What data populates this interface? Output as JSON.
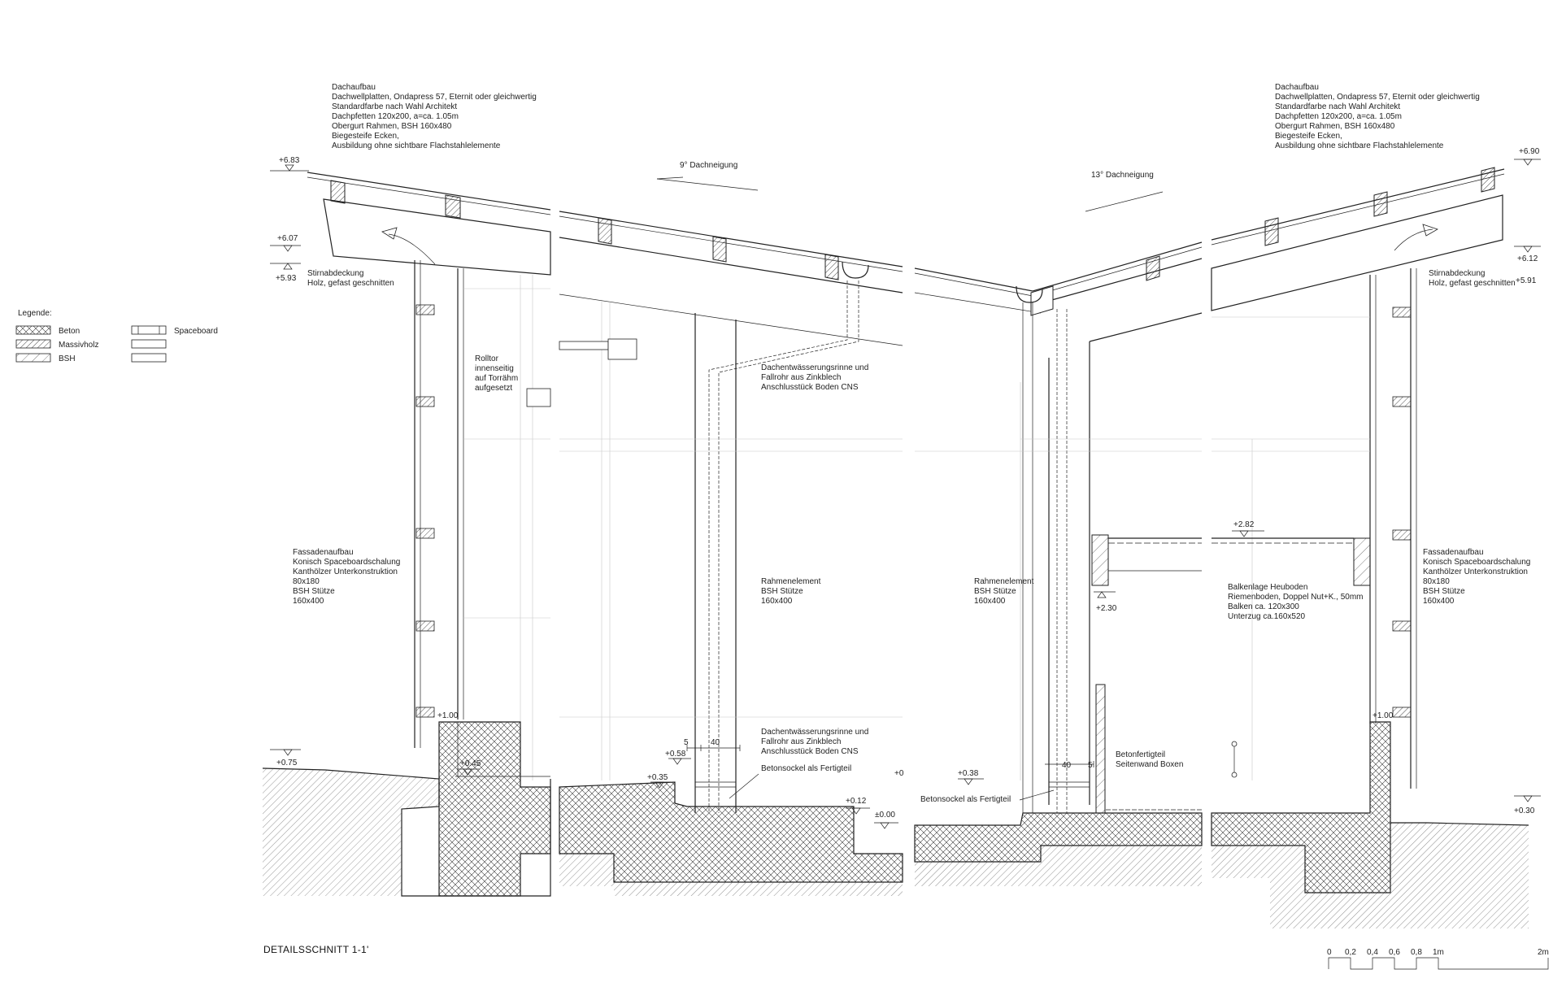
{
  "legend": {
    "title": "Legende:",
    "items": [
      "Beton",
      "Massivholz",
      "BSH",
      "Spaceboard"
    ]
  },
  "roof_notes_left": [
    "Dachaufbau",
    "Dachwellplatten, Ondapress 57, Eternit oder gleichwertig",
    "Standardfarbe nach Wahl Architekt",
    "Dachpfetten 120x200, a=ca. 1.05m",
    "Obergurt Rahmen, BSH 160x480",
    "Biegesteife Ecken,",
    "Ausbildung ohne sichtbare Flachstahlelemente"
  ],
  "roof_notes_right": [
    "Dachaufbau",
    "Dachwellplatten, Ondapress 57, Eternit oder gleichwertig",
    "Standardfarbe nach Wahl Architekt",
    "Dachpfetten 120x200, a=ca. 1.05m",
    "Obergurt Rahmen, BSH 160x480",
    "Biegesteife Ecken,",
    "Ausbildung ohne sichtbare Flachstahlelemente"
  ],
  "slopes": {
    "left": "9° Dachneigung",
    "right": "13° Dachneigung"
  },
  "eaves_left": [
    "Stirnabdeckung",
    "Holz, gefast geschnitten"
  ],
  "eaves_right": [
    "Stirnabdeckung",
    "Holz, gefast geschnitten"
  ],
  "rolltor": [
    "Rolltor",
    "innenseitig",
    "auf Torrähm",
    "aufgesetzt"
  ],
  "gutter_upper": [
    "Dachentwässerungsrinne und",
    "Fallrohr aus Zinkblech",
    "Anschlusstück Boden CNS"
  ],
  "gutter_lower": [
    "Dachentwässerungsrinne und",
    "Fallrohr aus Zinkblech",
    "Anschlusstück Boden CNS"
  ],
  "facade_left": [
    "Fassadenaufbau",
    "Konisch Spaceboardschalung",
    "Kanthölzer Unterkonstruktion",
    "80x180",
    "BSH Stütze",
    "160x400"
  ],
  "facade_right": [
    "Fassadenaufbau",
    "Konisch Spaceboardschalung",
    "Kanthölzer Unterkonstruktion",
    "80x180",
    "BSH Stütze",
    "160x400"
  ],
  "frame_left": [
    "Rahmenelement",
    "BSH Stütze",
    "160x400"
  ],
  "frame_right": [
    "Rahmenelement",
    "BSH Stütze",
    "160x400"
  ],
  "hayloft": [
    "Balkenlage Heuboden",
    "Riemenboden, Doppel Nut+K., 50mm",
    "Balken ca. 120x300",
    "Unterzug ca.160x520"
  ],
  "concrete_wall": [
    "Betonfertigteil",
    "Seitenwand Boxen"
  ],
  "socket_left": "Betonsockel als Fertigteil",
  "socket_right": "Betonsockel als Fertigteil",
  "dims": {
    "a": "5",
    "b": "40",
    "c": "40",
    "d": "5"
  },
  "levels": {
    "l683": "+6.83",
    "l607": "+6.07",
    "l593": "+5.93",
    "l690": "+6.90",
    "l612": "+6.12",
    "l591": "+5.91",
    "l282": "+2.82",
    "l230": "+2.30",
    "l100a": "+1.00",
    "l100b": "+1.00",
    "l075": "+0.75",
    "l045": "+0.45",
    "l058": "+0.58",
    "l035": "+0.35",
    "l012": "+0.12",
    "l000": "±0.00",
    "l0": "+0",
    "l038": "+0.38",
    "l030": "+0.30"
  },
  "title": "DETAILSSCHNITT 1-1'",
  "scale": {
    "ticks": [
      "0",
      "0,2",
      "0,4",
      "0,6",
      "0,8",
      "1m",
      "2m"
    ]
  }
}
